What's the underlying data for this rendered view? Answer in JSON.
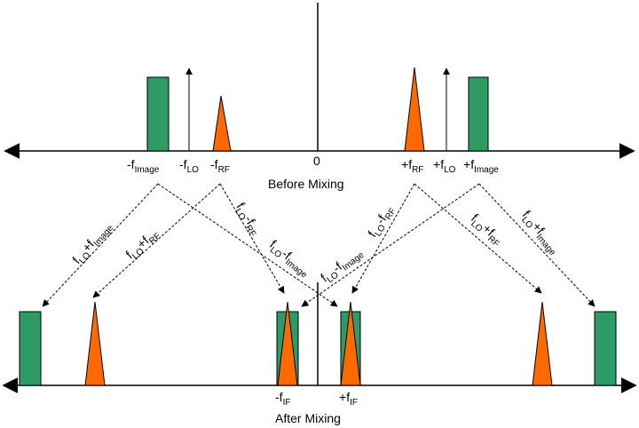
{
  "before": {
    "caption": "Before Mixing",
    "zero": "0",
    "labels": {
      "neg_image": {
        "sign": "-",
        "base": "f",
        "sub": "Image"
      },
      "neg_lo": {
        "sign": "-",
        "base": "f",
        "sub": "LO"
      },
      "neg_rf": {
        "sign": "-",
        "base": "f",
        "sub": "RF"
      },
      "pos_rf": {
        "sign": "+",
        "base": "f",
        "sub": "RF"
      },
      "pos_lo": {
        "sign": "+",
        "base": "f",
        "sub": "LO"
      },
      "pos_image": {
        "sign": "+",
        "base": "f",
        "sub": "Image"
      }
    }
  },
  "after": {
    "caption": "After Mixing",
    "labels": {
      "neg_if": {
        "sign": "-",
        "base": "f",
        "sub": "IF"
      },
      "pos_if": {
        "sign": "+",
        "base": "f",
        "sub": "IF"
      }
    }
  },
  "arrows": {
    "left_lo_plus_image": {
      "a": "f",
      "asub": "LO",
      "op": "+",
      "b": "f",
      "bsub": "Image"
    },
    "left_lo_plus_rf": {
      "a": "f",
      "asub": "LO",
      "op": "+",
      "b": "f",
      "bsub": "RF"
    },
    "left_lo_minus_rf": {
      "a": "f",
      "asub": "LO",
      "op": "-",
      "b": "f",
      "bsub": "RF"
    },
    "left_lo_minus_image": {
      "a": "f",
      "asub": "LO",
      "op": "-",
      "b": "f",
      "bsub": "Image"
    },
    "right_lo_minus_image": {
      "a": "f",
      "asub": "LO",
      "op": "-",
      "b": "f",
      "bsub": "Image"
    },
    "right_lo_minus_rf": {
      "a": "f",
      "asub": "LO",
      "op": "-",
      "b": "f",
      "bsub": "RF"
    },
    "right_lo_plus_rf": {
      "a": "f",
      "asub": "LO",
      "op": "+",
      "b": "f",
      "bsub": "RF"
    },
    "right_lo_plus_image": {
      "a": "f",
      "asub": "LO",
      "op": "+",
      "b": "f",
      "bsub": "Image"
    }
  },
  "colors": {
    "image_band": "#2e9a66",
    "rf_signal": "#ff6a00",
    "axis": "#000000"
  }
}
